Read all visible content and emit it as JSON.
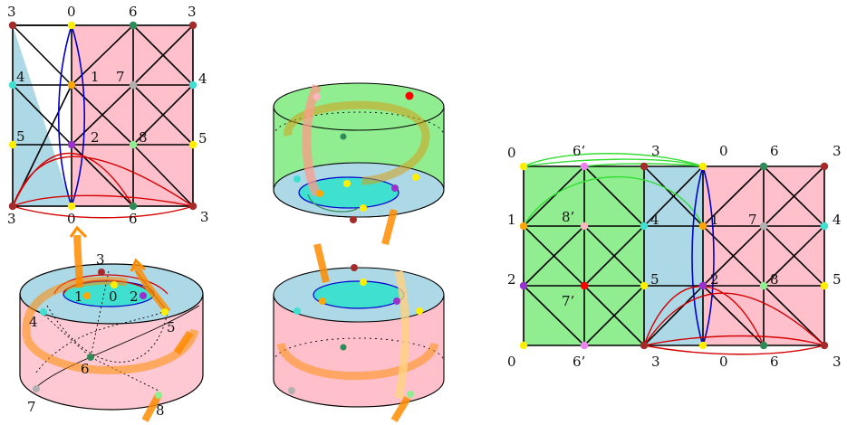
{
  "colors": {
    "pink": "#ffc0cb",
    "blue": "#add8e6",
    "green": "#90ee90",
    "cyan": "#40e0d0",
    "orange": "#ff8c00",
    "curve_red": "#d40000",
    "curve_blue": "#0000cc",
    "curve_green": "#33dd33",
    "dot_darkred": "#a52a2a",
    "dot_yellow": "#ffee00",
    "dot_darkgreen": "#2e8b57",
    "dot_cyan": "#40e0d0",
    "dot_orange": "#ffa500",
    "dot_gray": "#b0b0b0",
    "dot_purple": "#9932cc",
    "dot_lightgreen": "#90ee90",
    "dot_pink": "#ee82ee",
    "dot_red": "#ff0000",
    "dot_lightpink": "#ffb6c1"
  },
  "square_left": {
    "top_labels": [
      "3",
      "0",
      "6",
      "3"
    ],
    "bottom_labels": [
      "3",
      "0",
      "6",
      "3"
    ],
    "left_labels": [
      "4",
      "5"
    ],
    "right_labels": [
      "4",
      "5"
    ],
    "inner_labels": [
      "1",
      "7",
      "2",
      "8"
    ]
  },
  "annulus": {
    "labels": [
      "3",
      "1",
      "0",
      "2",
      "4",
      "5",
      "6",
      "7",
      "8"
    ]
  },
  "square_right": {
    "top_labels": [
      "0",
      "6’",
      "3",
      "0",
      "6",
      "3"
    ],
    "bottom_labels": [
      "0",
      "6’",
      "3",
      "0",
      "6",
      "3"
    ],
    "left_labels": [
      "1",
      "2"
    ],
    "right_labels": [
      "4",
      "5"
    ],
    "inner_labels": [
      "8’",
      "4",
      "1",
      "7",
      "7’",
      "5",
      "2",
      "8"
    ]
  }
}
